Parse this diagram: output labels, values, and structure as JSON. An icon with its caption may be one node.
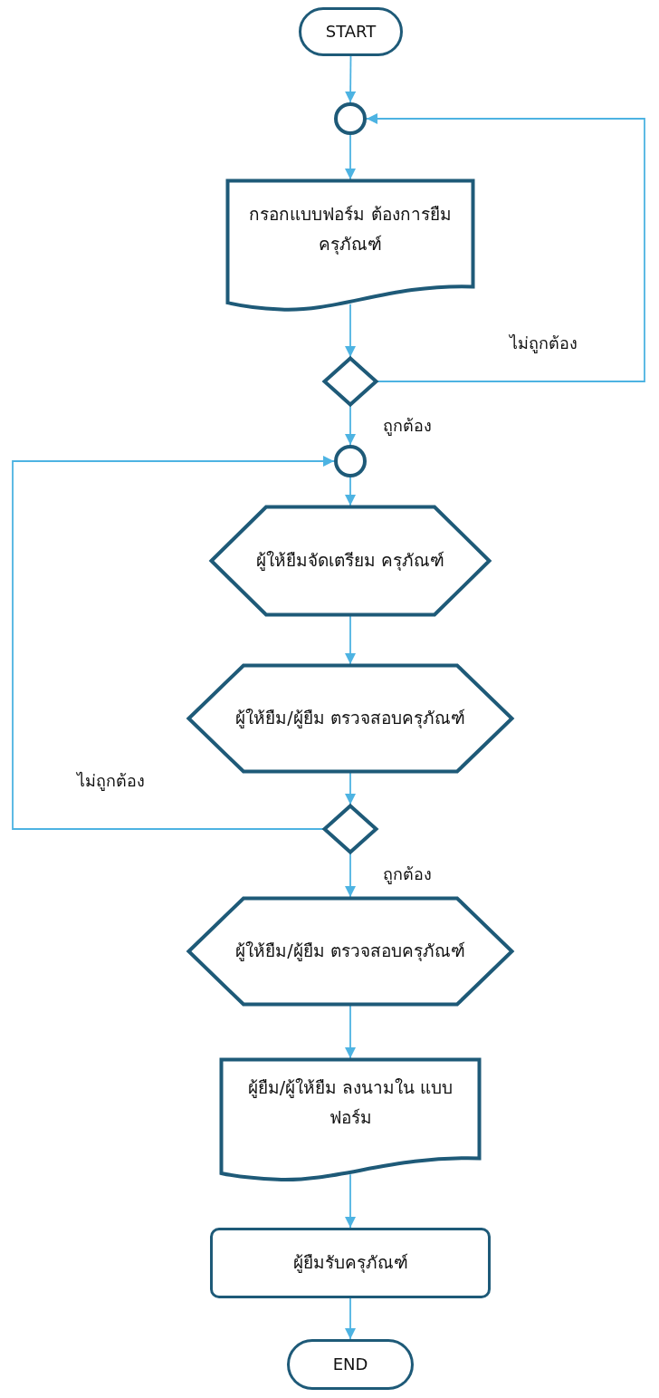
{
  "diagram": {
    "nodes": [
      {
        "text": [
          "START"
        ]
      },
      {
        "text": [],
        "shape": "circle"
      },
      {
        "text": [
          "กรอกแบบฟอร์ม ต้องการยืมครุภัณฑ์"
        ]
      },
      {
        "text": [],
        "shape": "diamond"
      },
      {
        "text": [],
        "shape": "circle"
      },
      {
        "text": [
          "ผู้ให้ยืมจัดเตรียม ครุภัณฑ์"
        ]
      },
      {
        "text": [
          "ผู้ให้ยืม/ผู้ยืม ตรวจสอบครุภัณฑ์"
        ]
      },
      {
        "text": [],
        "shape": "diamond"
      },
      {
        "text": [
          "ผู้ให้ยืม/ผู้ยืม ตรวจสอบครุภัณฑ์"
        ]
      },
      {
        "text": [
          "ผู้ยืม/ผู้ให้ยืม ลงนามใน แบบฟอร์ม"
        ]
      },
      {
        "text": [
          "ผู้ยืมรับครุภัณฑ์"
        ]
      },
      {
        "text": [
          "END"
        ]
      }
    ],
    "edges": [
      {
        "from": 0,
        "to": 1,
        "arrow": "to"
      },
      {
        "from": 1,
        "to": 2,
        "arrow": "to"
      },
      {
        "from": 2,
        "to": 3,
        "arrow": "to"
      },
      {
        "from": 3,
        "to": 1,
        "arrow": "to",
        "label": "ไม่ถูกต้อง"
      },
      {
        "from": 3,
        "to": 4,
        "arrow": "to",
        "label": "ถูกต้อง"
      },
      {
        "from": 4,
        "to": 5,
        "arrow": "to"
      },
      {
        "from": 5,
        "to": 6,
        "arrow": "to"
      },
      {
        "from": 6,
        "to": 7,
        "arrow": "to"
      },
      {
        "from": 7,
        "to": 4,
        "arrow": "to",
        "label": "ไม่ถูกต้อง"
      },
      {
        "from": 7,
        "to": 8,
        "arrow": "to",
        "label": "ถูกต้อง"
      },
      {
        "from": 8,
        "to": 9,
        "arrow": "to"
      },
      {
        "from": 9,
        "to": 10,
        "arrow": "to"
      },
      {
        "from": 10,
        "to": 11,
        "arrow": "to"
      }
    ]
  }
}
